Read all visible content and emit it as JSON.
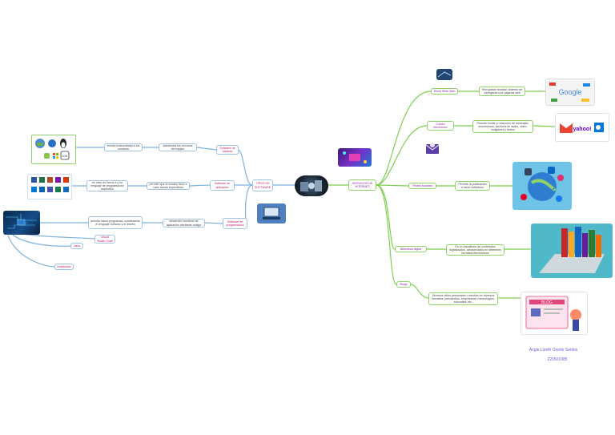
{
  "colors": {
    "left_branch": "#7fb3e0",
    "right_branch": "#7ccf4f",
    "left_text": "#c2186b",
    "right_text": "#8a2a9a"
  },
  "left": {
    "center_label": "TIPOS DE SOFTWARE",
    "system": {
      "label": "Software de sistema",
      "desc": "administra los recursos del equipo",
      "note": "brinda funcionalidad a los usuarios"
    },
    "application": {
      "label": "Software de aplicación",
      "desc": "permite que el usuario lleve a cabo tareas específicas",
      "note": "es visto de forma a y su lenguaje de programación específico"
    },
    "programming": {
      "label": "Software de programación",
      "desc": "desarrollo escritorio de aplicación mediante código",
      "note": "permite hacer programas, combinando el lenguaje humano y el diseño"
    },
    "extra_nodes": [
      "Visual Studio Code",
      "Java",
      "Notebooks"
    ]
  },
  "right": {
    "center_label": "SERVICIOS DE INTERNET",
    "www": {
      "label": "World Wide Web",
      "desc": "Red global mundial, sistema de navegación por páginas web"
    },
    "email": {
      "label": "Correo electrónico",
      "desc": "Permite enviar y recepción de mensajes, documentos, archivos de audio, video, imágenes y textos"
    },
    "social": {
      "label": "Redes sociales",
      "desc": "Permite la publicación a otros individuos"
    },
    "library": {
      "label": "Biblioteca digital",
      "desc": "Es un repositorio de contenidos digitalizados, almacenados en diferentes formatos electrónicos"
    },
    "blogs": {
      "label": "Blogs",
      "desc": "Diversos sitios personales o escritos en diversos formatos: periodística, empresarial o tecnológica, educativa, etc."
    }
  },
  "icons": [
    "photo-icon",
    "apple-icon",
    "linux-icon",
    "ios-icon",
    "android-icon",
    "windows-icon",
    "office-apps-icon",
    "circuit-image-icon",
    "computer-image-icon",
    "laptop-icon",
    "envelope-icon",
    "google-icon",
    "gmail-icon",
    "yahoo-icon",
    "outlook-icon",
    "social-globe-icon",
    "books-laptop-icon",
    "blog-icon",
    "network-image-icon"
  ],
  "author": {
    "name": "Angie Lizeth Osorio Santos",
    "id": "220501085"
  }
}
